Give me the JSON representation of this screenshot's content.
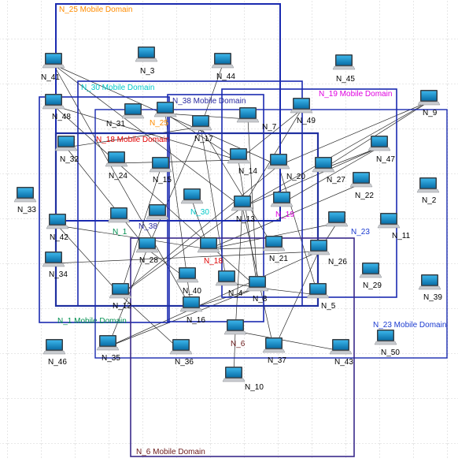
{
  "domains": [
    {
      "id": "N_25",
      "label": "N_25 Mobile Domain",
      "color": "#ff8c00"
    },
    {
      "id": "N_30",
      "label": "N_30 Mobile Domain",
      "color": "#00c8c8"
    },
    {
      "id": "N_38",
      "label": "N_38 Mobile Domain",
      "color": "#2a2aa0"
    },
    {
      "id": "N_19",
      "label": "N_19 Mobile Domain",
      "color": "#e000e0"
    },
    {
      "id": "N_18",
      "label": "N_18 Mobile Domain",
      "color": "#e00000"
    },
    {
      "id": "N_1",
      "label": "N_1 Mobile Domain",
      "color": "#009050"
    },
    {
      "id": "N_23",
      "label": "N_23 Mobile Domain",
      "color": "#1a3ad0"
    },
    {
      "id": "N_6",
      "label": "N_6 Mobile Domain",
      "color": "#6b1a1a"
    }
  ],
  "nodes": [
    {
      "id": "N_41",
      "label": "N_41",
      "color": "#000000"
    },
    {
      "id": "N_3",
      "label": "N_3",
      "color": "#000000"
    },
    {
      "id": "N_44",
      "label": "N_44",
      "color": "#000000"
    },
    {
      "id": "N_45",
      "label": "N_45",
      "color": "#000000"
    },
    {
      "id": "N_48",
      "label": "N_48",
      "color": "#000000"
    },
    {
      "id": "N_31",
      "label": "N_31",
      "color": "#000000"
    },
    {
      "id": "N_25",
      "label": "N_25",
      "color": "#ff8c00"
    },
    {
      "id": "N_17",
      "label": "N_17",
      "color": "#000000"
    },
    {
      "id": "N_7",
      "label": "N_7",
      "color": "#000000"
    },
    {
      "id": "N_49",
      "label": "N_49",
      "color": "#000000"
    },
    {
      "id": "N_9",
      "label": "N_9",
      "color": "#000000"
    },
    {
      "id": "N_32",
      "label": "N_32",
      "color": "#000000"
    },
    {
      "id": "N_24",
      "label": "N_24",
      "color": "#000000"
    },
    {
      "id": "N_15",
      "label": "N_15",
      "color": "#000000"
    },
    {
      "id": "N_14",
      "label": "N_14",
      "color": "#000000"
    },
    {
      "id": "N_20",
      "label": "N_20",
      "color": "#000000"
    },
    {
      "id": "N_27",
      "label": "N_27",
      "color": "#000000"
    },
    {
      "id": "N_47",
      "label": "N_47",
      "color": "#000000"
    },
    {
      "id": "N_22",
      "label": "N_22",
      "color": "#000000"
    },
    {
      "id": "N_2",
      "label": "N_2",
      "color": "#000000"
    },
    {
      "id": "N_33",
      "label": "N_33",
      "color": "#000000"
    },
    {
      "id": "N_30",
      "label": "N_30",
      "color": "#00c8c8"
    },
    {
      "id": "N_13",
      "label": "N_13",
      "color": "#000000"
    },
    {
      "id": "N_19",
      "label": "N_19",
      "color": "#e000e0"
    },
    {
      "id": "N_42",
      "label": "N_42",
      "color": "#000000"
    },
    {
      "id": "N_1",
      "label": "N_1",
      "color": "#009050"
    },
    {
      "id": "N_38",
      "label": "N_38",
      "color": "#2a2aa0"
    },
    {
      "id": "N_23",
      "label": "N_23",
      "color": "#1a3ad0"
    },
    {
      "id": "N_11",
      "label": "N_11",
      "color": "#000000"
    },
    {
      "id": "N_34",
      "label": "N_34",
      "color": "#000000"
    },
    {
      "id": "N_28",
      "label": "N_28",
      "color": "#000000"
    },
    {
      "id": "N_18",
      "label": "N_18",
      "color": "#e00000"
    },
    {
      "id": "N_21",
      "label": "N_21",
      "color": "#000000"
    },
    {
      "id": "N_26",
      "label": "N_26",
      "color": "#000000"
    },
    {
      "id": "N_40",
      "label": "N_40",
      "color": "#000000"
    },
    {
      "id": "N_4",
      "label": "N_4",
      "color": "#000000"
    },
    {
      "id": "N_8",
      "label": "N_8",
      "color": "#000000"
    },
    {
      "id": "N_29",
      "label": "N_29",
      "color": "#000000"
    },
    {
      "id": "N_12",
      "label": "N_12",
      "color": "#000000"
    },
    {
      "id": "N_16",
      "label": "N_16",
      "color": "#000000"
    },
    {
      "id": "N_5",
      "label": "N_5",
      "color": "#000000"
    },
    {
      "id": "N_39",
      "label": "N_39",
      "color": "#000000"
    },
    {
      "id": "N_46",
      "label": "N_46",
      "color": "#000000"
    },
    {
      "id": "N_35",
      "label": "N_35",
      "color": "#000000"
    },
    {
      "id": "N_36",
      "label": "N_36",
      "color": "#000000"
    },
    {
      "id": "N_6",
      "label": "N_6",
      "color": "#6b1a1a"
    },
    {
      "id": "N_37",
      "label": "N_37",
      "color": "#000000"
    },
    {
      "id": "N_43",
      "label": "N_43",
      "color": "#000000"
    },
    {
      "id": "N_50",
      "label": "N_50",
      "color": "#000000"
    },
    {
      "id": "N_10",
      "label": "N_10",
      "color": "#000000"
    }
  ],
  "links": [
    [
      "N_41",
      "N_20"
    ],
    [
      "N_41",
      "N_13"
    ],
    [
      "N_41",
      "N_16"
    ],
    [
      "N_48",
      "N_14"
    ],
    [
      "N_48",
      "N_8"
    ],
    [
      "N_25",
      "N_16"
    ],
    [
      "N_25",
      "N_14"
    ],
    [
      "N_17",
      "N_21"
    ],
    [
      "N_17",
      "N_4"
    ],
    [
      "N_17",
      "N_28"
    ],
    [
      "N_44",
      "N_17"
    ],
    [
      "N_7",
      "N_8"
    ],
    [
      "N_7",
      "N_25"
    ],
    [
      "N_49",
      "N_14"
    ],
    [
      "N_49",
      "N_13"
    ],
    [
      "N_9",
      "N_27"
    ],
    [
      "N_9",
      "N_20"
    ],
    [
      "N_9",
      "N_13"
    ],
    [
      "N_47",
      "N_27"
    ],
    [
      "N_47",
      "N_19"
    ],
    [
      "N_47",
      "N_13"
    ],
    [
      "N_32",
      "N_17"
    ],
    [
      "N_32",
      "N_28"
    ],
    [
      "N_24",
      "N_14"
    ],
    [
      "N_42",
      "N_18"
    ],
    [
      "N_42",
      "N_12"
    ],
    [
      "N_34",
      "N_26"
    ],
    [
      "N_12",
      "N_13"
    ],
    [
      "N_12",
      "N_20"
    ],
    [
      "N_35",
      "N_26"
    ],
    [
      "N_35",
      "N_28"
    ],
    [
      "N_35",
      "N_8"
    ],
    [
      "N_36",
      "N_12"
    ],
    [
      "N_40",
      "N_28"
    ],
    [
      "N_4",
      "N_8"
    ],
    [
      "N_8",
      "N_5"
    ],
    [
      "N_8",
      "N_14"
    ],
    [
      "N_16",
      "N_8"
    ],
    [
      "N_26",
      "N_37"
    ],
    [
      "N_26",
      "N_23"
    ],
    [
      "N_23",
      "N_18"
    ],
    [
      "N_21",
      "N_18"
    ],
    [
      "N_30",
      "N_18"
    ],
    [
      "N_15",
      "N_12"
    ],
    [
      "N_6",
      "N_10"
    ],
    [
      "N_6",
      "N_43"
    ],
    [
      "N_6",
      "N_13"
    ],
    [
      "N_22",
      "N_18"
    ],
    [
      "N_37",
      "N_13"
    ],
    [
      "N_5",
      "N_20"
    ]
  ]
}
